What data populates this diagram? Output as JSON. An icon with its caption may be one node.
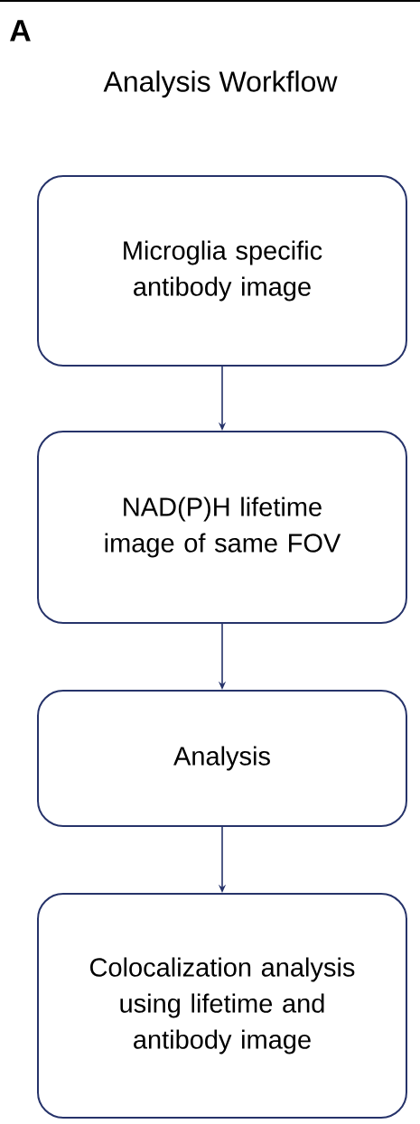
{
  "diagram": {
    "title": "Analysis Workflow",
    "nodes": [
      {
        "text": [
          "Microglia specific antibody image"
        ]
      },
      {
        "text": [
          "NAD(P)H lifetime image of same FOV"
        ]
      },
      {
        "text": [
          "Analysis"
        ]
      },
      {
        "text": [
          "Colocalization analysis using lifetime and antibody image"
        ]
      }
    ],
    "edges": [
      {
        "from": 0,
        "to": 1,
        "arrow": "to"
      },
      {
        "from": 1,
        "to": 2,
        "arrow": "to"
      },
      {
        "from": 2,
        "to": 3,
        "arrow": "to"
      }
    ],
    "labels": [
      "A"
    ]
  }
}
